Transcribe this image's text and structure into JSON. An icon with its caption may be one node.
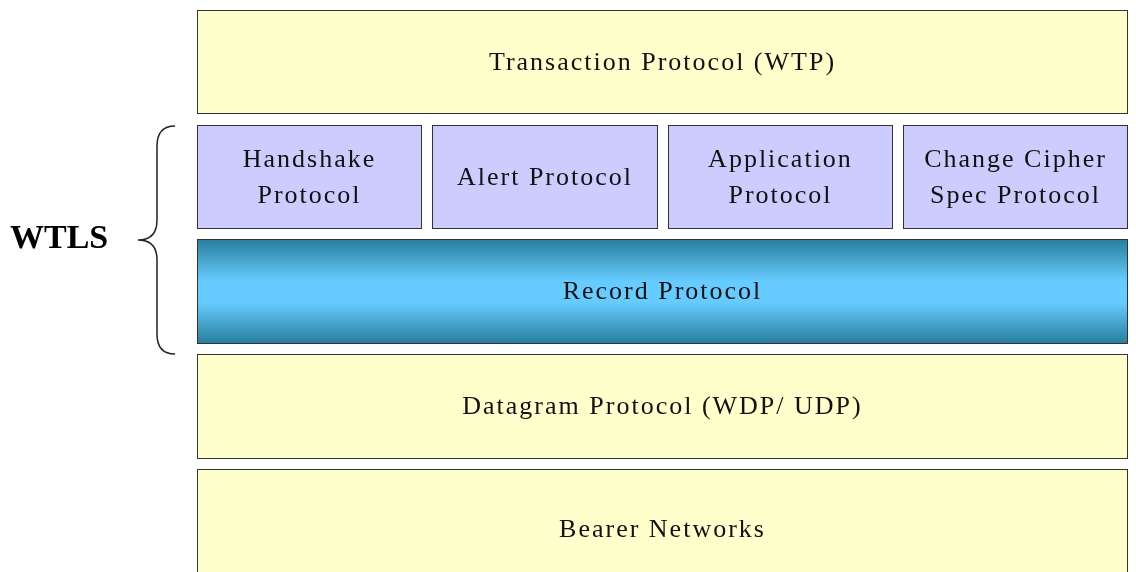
{
  "diagram": {
    "nodes": [
      {
        "text": [
          "Transaction Protocol (WTP)"
        ]
      },
      {
        "text": [
          "Handshake Protocol"
        ]
      },
      {
        "text": [
          "Alert Protocol"
        ]
      },
      {
        "text": [
          "Application Protocol"
        ]
      },
      {
        "text": [
          "Change Cipher Spec Protocol"
        ]
      },
      {
        "text": [
          "Record Protocol"
        ]
      },
      {
        "text": [
          "Datagram Protocol (WDP/ UDP)"
        ]
      },
      {
        "text": [
          "Bearer Networks"
        ]
      }
    ],
    "edges": [],
    "labels": [
      "WTLS"
    ]
  }
}
